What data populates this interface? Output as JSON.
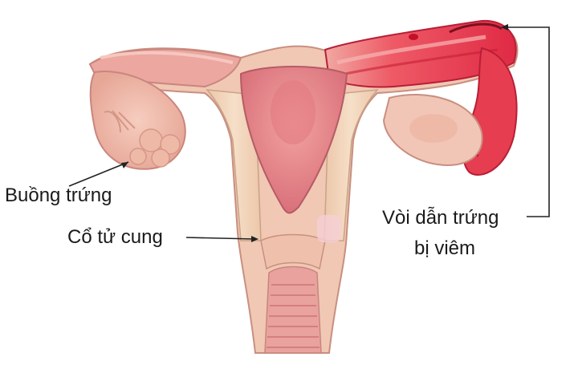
{
  "labels": {
    "ovary": "Buồng trứng",
    "cervix": "Cổ tử cung",
    "tube_line1": "Vòi dẫn trứng",
    "tube_line2": "bị viêm"
  },
  "colors": {
    "tissue_light": "#f3d7c3",
    "tissue_pink": "#eeb8a8",
    "inner_pink": "#e98a8c",
    "inflamed": "#e8334a",
    "inflamed_dark": "#c81e36",
    "vagina_folds": "#e9a29e",
    "line": "#222222"
  }
}
